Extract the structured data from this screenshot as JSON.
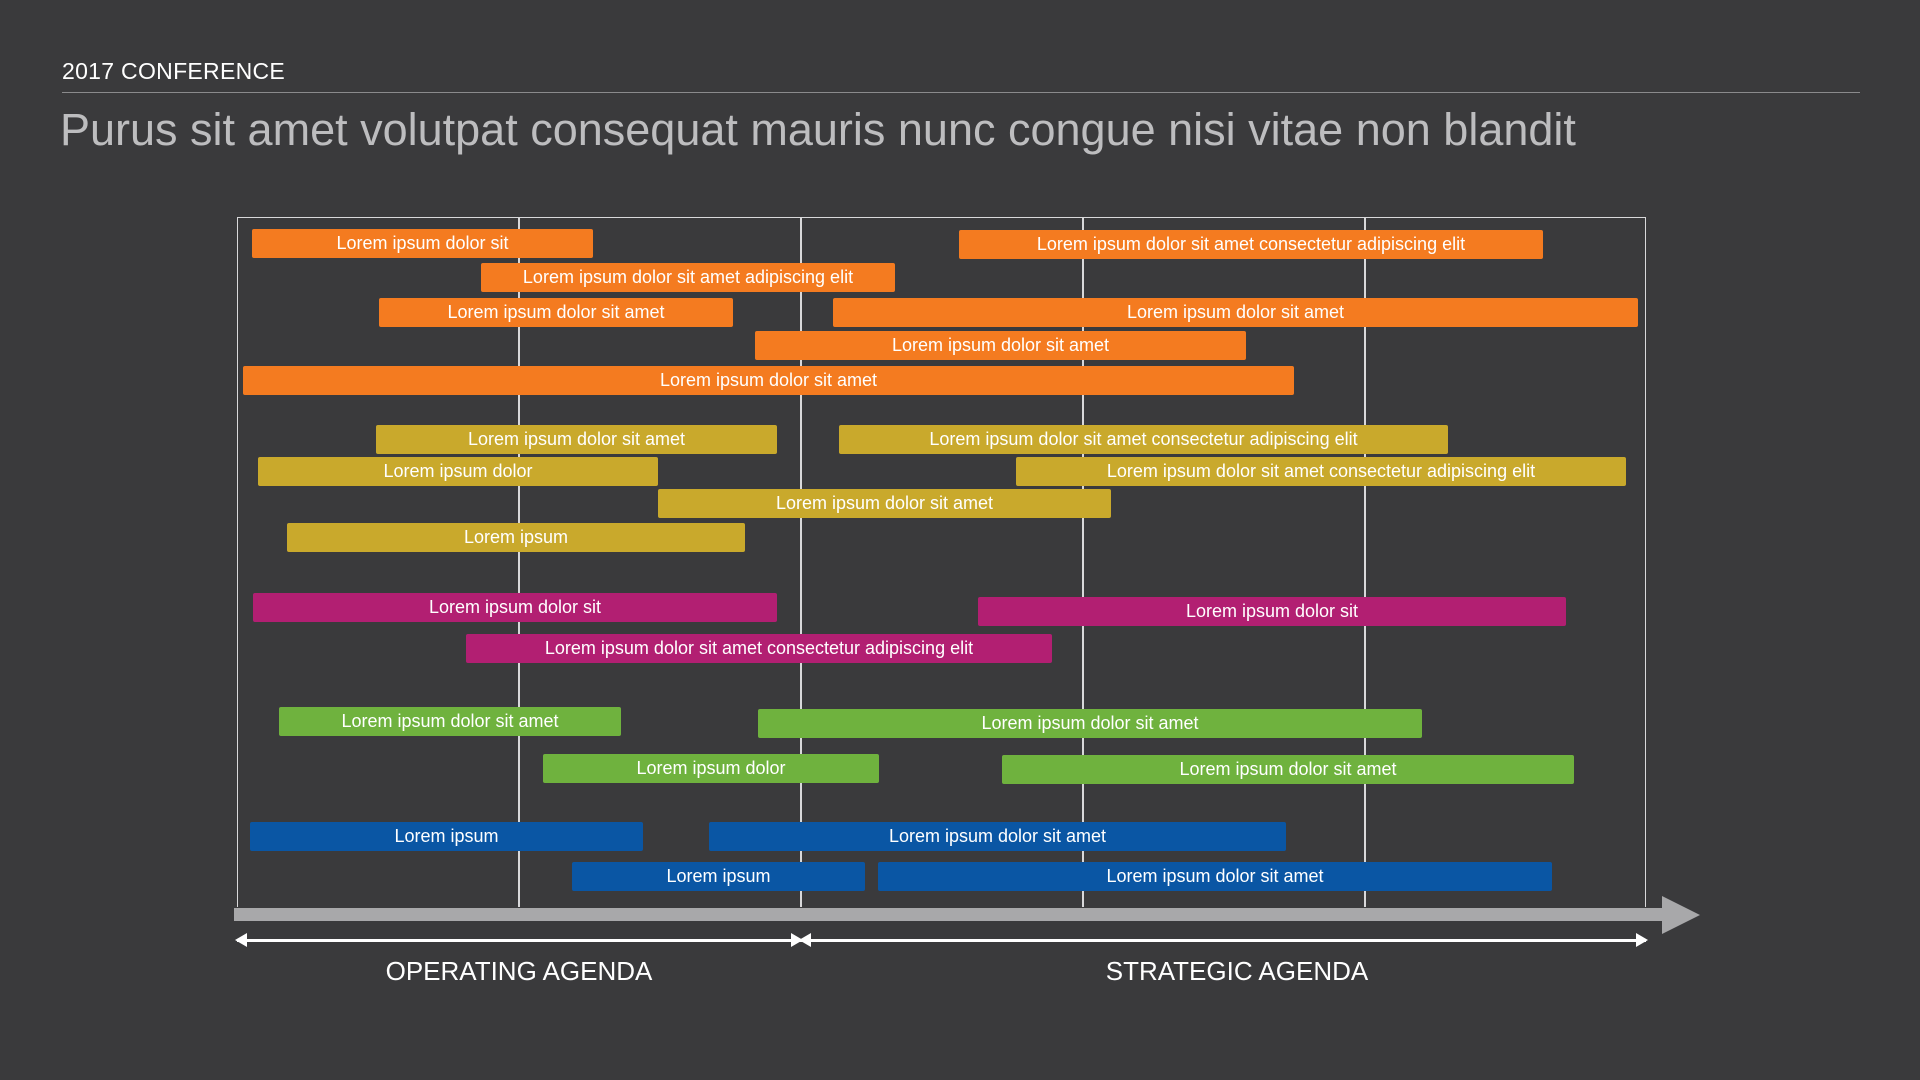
{
  "header": {
    "kicker": "2017 CONFERENCE",
    "title": "Purus sit amet volutpat consequat mauris nunc congue nisi vitae non blandit"
  },
  "colors": {
    "orange": "#f47b20",
    "yellow": "#c9a92c",
    "magenta": "#b21f72",
    "green": "#6fb23e",
    "blue": "#0a56a4",
    "background": "#3a3a3c"
  },
  "agendas": {
    "operating": "OPERATING AGENDA",
    "strategic": "STRATEGIC AGENDA"
  },
  "bars": [
    {
      "group": "orange",
      "label": "Lorem ipsum dolor sit"
    },
    {
      "group": "orange",
      "label": "Lorem ipsum dolor sit amet consectetur adipiscing elit"
    },
    {
      "group": "orange",
      "label": "Lorem ipsum dolor sit amet adipiscing elit"
    },
    {
      "group": "orange",
      "label": "Lorem ipsum dolor sit amet"
    },
    {
      "group": "orange",
      "label": "Lorem ipsum dolor sit amet"
    },
    {
      "group": "orange",
      "label": "Lorem ipsum dolor sit amet"
    },
    {
      "group": "orange",
      "label": "Lorem ipsum dolor sit amet"
    },
    {
      "group": "yellow",
      "label": "Lorem ipsum dolor sit amet"
    },
    {
      "group": "yellow",
      "label": "Lorem ipsum dolor sit amet consectetur adipiscing elit"
    },
    {
      "group": "yellow",
      "label": "Lorem ipsum dolor"
    },
    {
      "group": "yellow",
      "label": "Lorem ipsum dolor sit amet consectetur adipiscing elit"
    },
    {
      "group": "yellow",
      "label": "Lorem ipsum dolor sit amet"
    },
    {
      "group": "yellow",
      "label": "Lorem ipsum"
    },
    {
      "group": "magenta",
      "label": "Lorem ipsum dolor sit"
    },
    {
      "group": "magenta",
      "label": "Lorem ipsum dolor sit"
    },
    {
      "group": "magenta",
      "label": "Lorem ipsum dolor sit amet consectetur adipiscing elit"
    },
    {
      "group": "green",
      "label": "Lorem ipsum dolor sit amet"
    },
    {
      "group": "green",
      "label": "Lorem ipsum dolor sit amet"
    },
    {
      "group": "green",
      "label": "Lorem ipsum dolor"
    },
    {
      "group": "green",
      "label": "Lorem ipsum dolor sit amet"
    },
    {
      "group": "blue",
      "label": "Lorem ipsum"
    },
    {
      "group": "blue",
      "label": "Lorem ipsum dolor sit amet"
    },
    {
      "group": "blue",
      "label": "Lorem ipsum"
    },
    {
      "group": "blue",
      "label": "Lorem ipsum dolor sit amet"
    }
  ]
}
